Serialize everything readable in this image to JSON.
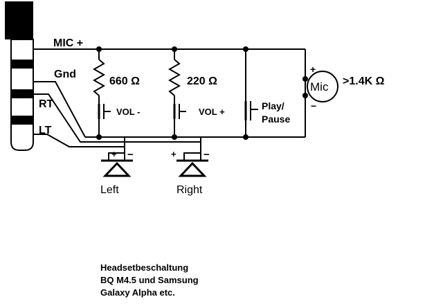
{
  "diagram": {
    "jack_labels": {
      "mic_plus": "MIC +",
      "gnd": "Gnd",
      "rt": "RT",
      "lt": "LT"
    },
    "resistors": [
      {
        "value": "660 Ω"
      },
      {
        "value": "220 Ω"
      }
    ],
    "buttons": [
      {
        "label": "VOL -"
      },
      {
        "label": "VOL +"
      },
      {
        "label_line1": "Play/",
        "label_line2": "Pause"
      }
    ],
    "mic": {
      "label": "Mic",
      "impedance": ">1.4K Ω",
      "plus": "+",
      "minus": "−"
    },
    "speakers": [
      {
        "label": "Left",
        "plus": "+",
        "minus": "−"
      },
      {
        "label": "Right",
        "plus": "+",
        "minus": "−"
      }
    ],
    "caption": [
      "Headsetbeschaltung",
      "BQ M4.5 und Samsung",
      "Galaxy Alpha etc."
    ]
  }
}
